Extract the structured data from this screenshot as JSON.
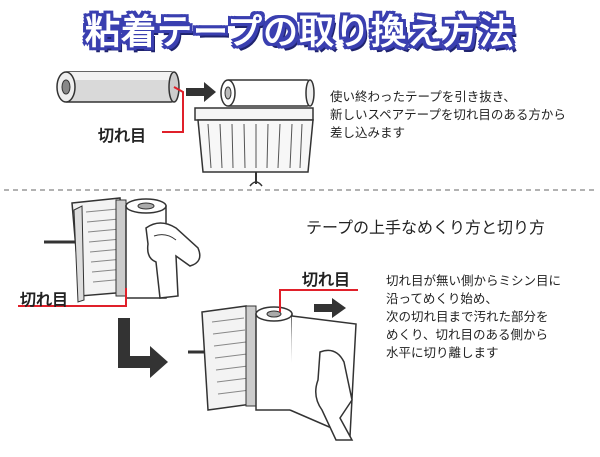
{
  "title": "粘着テープの取り換え方法",
  "section1": {
    "label": "切れ目",
    "description": "使い終わったテープを引き抜き、\n新しいスペアテープを切れ目のある方から\n差し込みます"
  },
  "section2": {
    "heading": "テープの上手なめくり方と切り方",
    "label_left": "切れ目",
    "label_right": "切れ目",
    "description": "切れ目が無い側からミシン目に\n沿ってめくり始め、\n次の切れ目まで汚れた部分を\nめくり、切れ目のある側から\n水平に切り離します"
  },
  "colors": {
    "title_outline": "#3a3fb0",
    "accent_red": "#e0202a",
    "divider": "#999999",
    "arrow": "#333333"
  }
}
